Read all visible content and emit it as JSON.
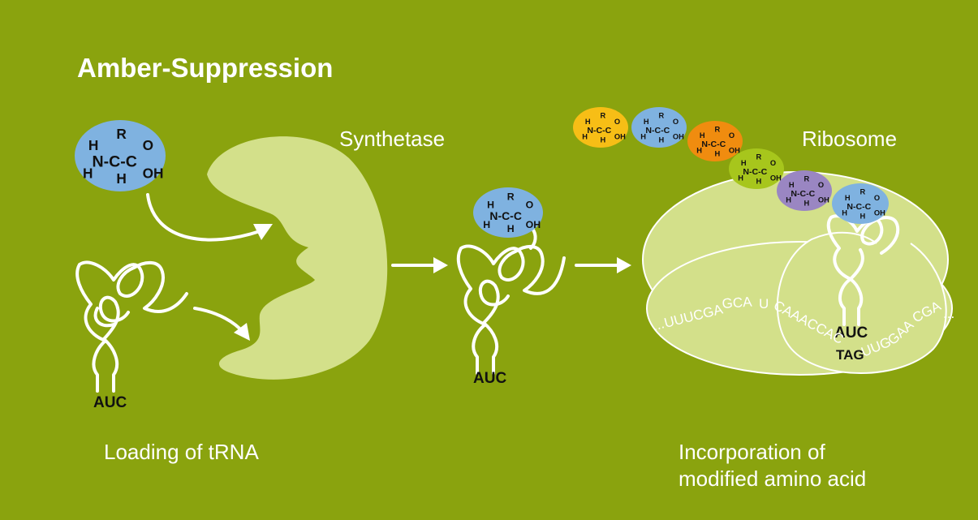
{
  "title": "Amber-Suppression",
  "labels": {
    "synthetase": "Synthetase",
    "ribosome": "Ribosome"
  },
  "captions": {
    "loading": "Loading of tRNA",
    "incorporation_line1": "Incorporation of",
    "incorporation_line2": "modified amino acid"
  },
  "anticodon": "AUC",
  "amino_acid": {
    "r": "R",
    "h": "H",
    "n_c_c": "N-C-C",
    "o": "O",
    "oh": "OH"
  },
  "mrna": {
    "leading_dots": "...",
    "codons": [
      "UUUCGA",
      "GCA",
      "U",
      "CAAACCAC"
    ],
    "stop_codon": "TAG",
    "trailing": [
      "UUG",
      "GAA",
      "CGA"
    ],
    "trailing_dots": "..."
  },
  "colors": {
    "background": "#8aa30e",
    "pale_green": "#d3e08a",
    "amino_blue": "#7fb2e0",
    "amino_yellow": "#f7be16",
    "amino_orange": "#f08c0f",
    "amino_lime": "#a7c61c",
    "amino_purple": "#9a86c2"
  }
}
